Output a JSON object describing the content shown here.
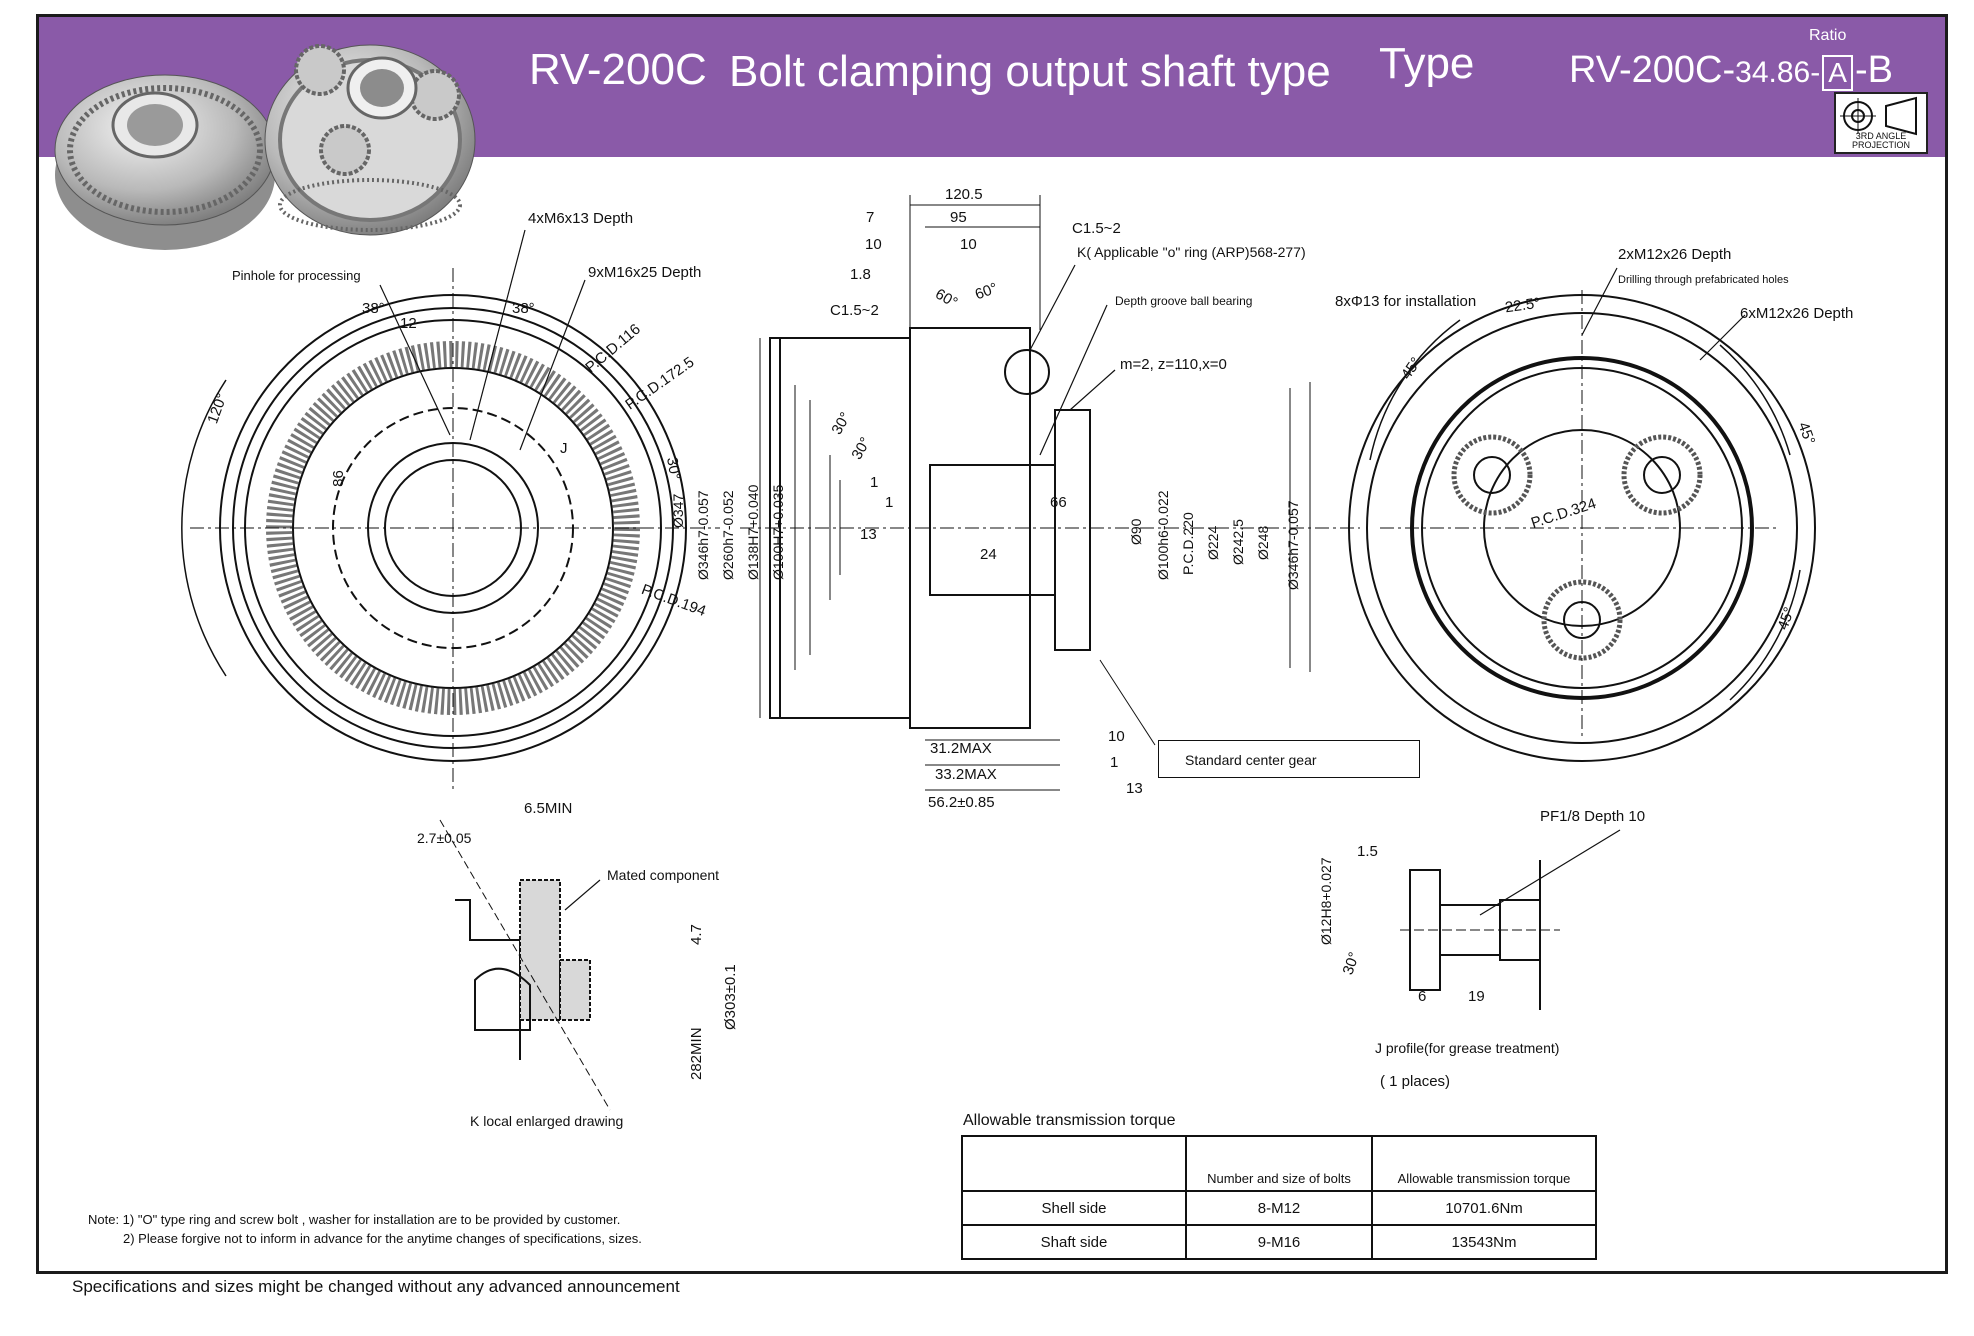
{
  "header": {
    "model": "RV-200C",
    "description": "Bolt clamping output shaft type",
    "type_label": "Type",
    "ratio_label": "Ratio",
    "type_code_prefix": "RV-200C-",
    "type_code_ratio": "34.86-",
    "type_code_box": "A",
    "type_code_suffix": "-B",
    "projection": "3RD ANGLE PROJECTION",
    "banner_color": "#8a5aa8"
  },
  "left_view": {
    "callouts": {
      "tapped_small": "4xM6x13 Depth",
      "pinhole": "Pinhole for processing",
      "tapped_large": "9xM16x25 Depth",
      "pcd116": "P.C.D.116",
      "pcd1725": "P.C.D.172.5",
      "pcd194": "P.C.D.194",
      "ang38a": "38°",
      "ang38b": "38°",
      "ang120": "120°",
      "ang30": "30°",
      "dim12": "12",
      "dim86": "86",
      "mark_j": "J"
    }
  },
  "section_view": {
    "top_dims": {
      "d1205": "120.5",
      "d95": "95",
      "d7": "7",
      "d10a": "10",
      "d10b": "10",
      "d18": "1.8",
      "c15a": "C1.5~2",
      "c15b": "C1.5~2",
      "ang60a": "60°",
      "ang60b": "60°",
      "ang30a": "30°",
      "ang30b": "30°"
    },
    "callouts": {
      "oring": "K( Applicable \"o\" ring (ARP)568-277)",
      "bearing": "Depth groove ball bearing",
      "gear": "m=2, z=110,x=0",
      "center_gear": "Standard center gear"
    },
    "diameters_left": [
      "Ø347",
      "Ø346h7-0.057",
      "Ø260h7-0.052",
      "Ø138H7+0.040",
      "Ø100H7+0.035"
    ],
    "diameters_right": [
      "Ø90",
      "Ø100h6-0.022",
      "P.C.D.220",
      "Ø224",
      "Ø242.5",
      "Ø248",
      "Ø346h7-0.057"
    ],
    "inner_dims": {
      "d1a": "1",
      "d1b": "1",
      "d13": "13",
      "d24": "24",
      "d66": "66"
    },
    "bottom_dims": {
      "d312": "31.2MAX",
      "d332": "33.2MAX",
      "d562": "56.2±0.85",
      "d10": "10",
      "d1": "1",
      "d13": "13"
    }
  },
  "right_view": {
    "callouts": {
      "install": "8xΦ13 for installation",
      "tap_thru": "2xM12x26 Depth",
      "tap_thru_note": "Drilling through prefabricated holes",
      "tap_depth": "6xM12x26 Depth",
      "pcd324": "P.C.D.324",
      "ang225": "22.5°",
      "ang45a": "45°",
      "ang45b": "45°",
      "ang45c": "45°"
    }
  },
  "detail_k": {
    "caption": "K local enlarged drawing",
    "mated": "Mated component",
    "d65": "6.5MIN",
    "d27": "2.7±0.05",
    "d47": "4.7",
    "d303": "Ø303±0.1",
    "d282": "282MIN"
  },
  "detail_j": {
    "caption": "J profile(for grease treatment)",
    "places": "( 1 places)",
    "pf": "PF1/8 Depth 10",
    "d15": "1.5",
    "d12": "Ø12H8+0.027",
    "d6": "6",
    "d19": "19",
    "ang30": "30°"
  },
  "notes": {
    "line1": "Note: 1) \"O\" type ring and screw bolt , washer for installation are to be provided by customer.",
    "line2": "2) Please forgive not to inform in advance for the anytime changes of specifications, sizes."
  },
  "torque_table": {
    "title": "Allowable transmission torque",
    "headers": [
      "",
      "Number and size of bolts",
      "Allowable transmission torque"
    ],
    "rows": [
      [
        "Shell side",
        "8-M12",
        "10701.6Nm"
      ],
      [
        "Shaft side",
        "9-M16",
        "13543Nm"
      ]
    ]
  },
  "footer": "Specifications and sizes might be changed without any advanced announcement"
}
